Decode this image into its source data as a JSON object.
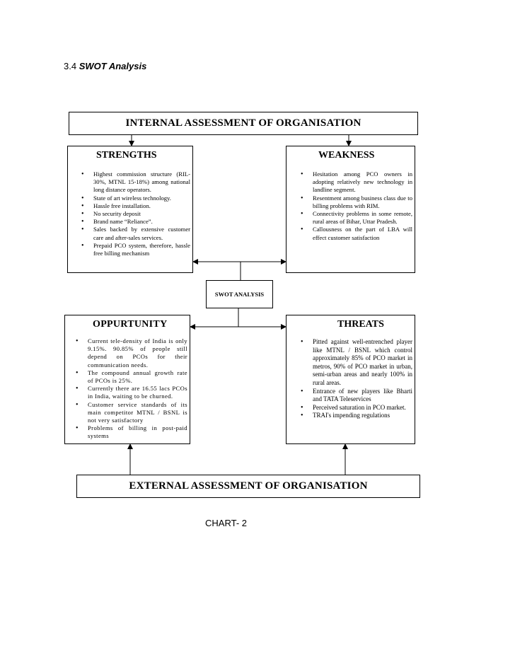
{
  "section": {
    "number": "3.4",
    "title": "SWOT Analysis"
  },
  "internal_banner": "INTERNAL ASSESSMENT OF ORGANISATION",
  "external_banner": "EXTERNAL ASSESSMENT OF ORGANISATION",
  "center_label": "SWOT ANALYSIS",
  "strengths": {
    "title": "STRENGTHS",
    "items": [
      "Highest commission structure (RIL-30%, MTNL 15-18%) among national long distance operators.",
      "State of art wireless technology.",
      "Hassle free installation.",
      "No security deposit",
      "Brand name “Reliance”.",
      "Sales backed by extensive customer care and after-sales services.",
      "Prepaid PCO system, therefore, hassle free billing mechanism"
    ]
  },
  "weakness": {
    "title": "WEAKNESS",
    "items": [
      "Hesitation among PCO owners in adopting relatively new technology in landline segment.",
      "Resentment among business class due to billing problems with RIM.",
      "Connectivity problems in some remote, rural areas of Bihar, Uttar Pradesh.",
      "Callousness on the part of LBA will effect customer satisfaction"
    ]
  },
  "opportunity": {
    "title": "OPPURTUNITY",
    "items": [
      "Current tele-density of India is only 9.15%. 90.85% of people still depend on PCOs for their communication needs.",
      "The compound annual growth rate of PCOs is 25%.",
      "Currently there are 16.55 lacs PCOs in India, waiting to be churned.",
      "Customer service standards of its main competitor MTNL / BSNL is not very satisfactory",
      "Problems of billing in post-paid systems"
    ]
  },
  "threats": {
    "title": "THREATS",
    "items": [
      "Pitted against well-entrenched player like MTNL / BSNL which control approximately 85% of PCO market in metros, 90% of PCO market in urban, semi-urban areas and nearly 100% in rural areas.",
      "Entrance of new players like Bharti and TATA Teleservices",
      "Perceived saturation in PCO market.",
      "TRAI's impending regulations"
    ]
  },
  "caption": "CHART- 2"
}
